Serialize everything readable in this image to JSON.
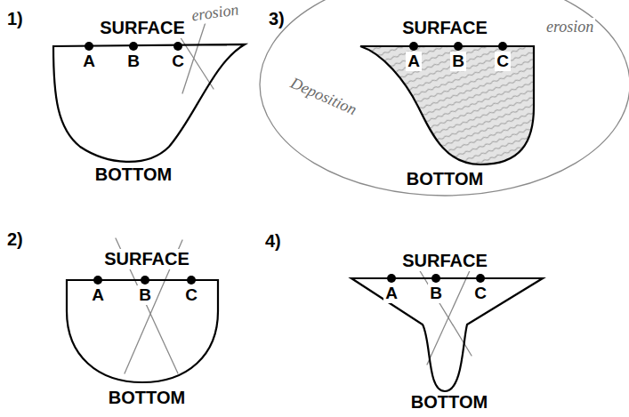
{
  "diagram": {
    "nodes": [
      {
        "text": [
          "SURFACE",
          "A",
          "B",
          "C",
          "BOTTOM"
        ]
      },
      {
        "text": [
          "SURFACE",
          "A",
          "B",
          "C",
          "BOTTOM"
        ]
      },
      {
        "text": [
          "SURFACE",
          "A",
          "B",
          "C",
          "BOTTOM"
        ]
      },
      {
        "text": [
          "SURFACE",
          "A",
          "B",
          "C",
          "BOTTOM"
        ]
      }
    ],
    "labels": [
      "1)",
      "erosion",
      "3)",
      "erosion",
      "Deposition",
      "2)",
      "4)"
    ]
  }
}
